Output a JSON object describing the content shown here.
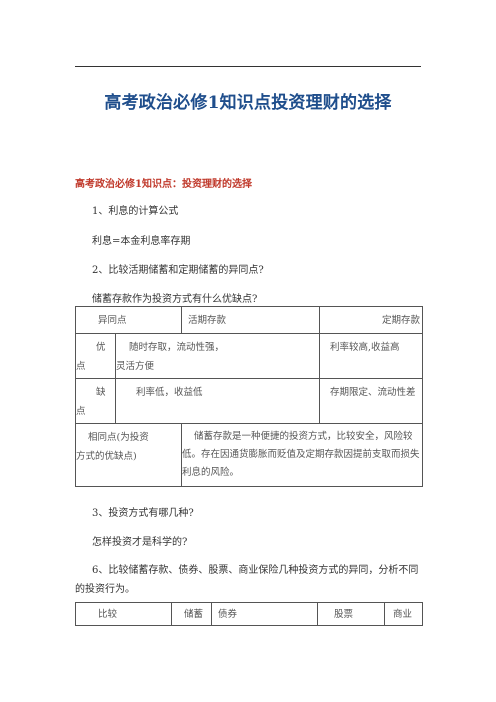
{
  "title": "高考政治必修1知识点投资理财的选择",
  "subtitle": "高考政治必修1知识点：投资理财的选择",
  "paragraphs": {
    "p1": "1、利息的计算公式",
    "p2": "利息=本金利息率存期",
    "p3": "2、比较活期储蓄和定期储蓄的异同点?",
    "p4": "储蓄存款作为投资方式有什么优缺点?",
    "p5": "3、投资方式有哪几种?",
    "p6": "怎样投资才是科学的?",
    "p7": "6、比较储蓄存款、债券、股票、商业保险几种投资方式的异同，分析不同的投资行为。"
  },
  "table1": {
    "header": [
      "异同点",
      "活期存款",
      "定期存款"
    ],
    "row_pros": {
      "label_a": "优",
      "label_b": "点",
      "col1_a": "随时存取，流动性强，",
      "col1_b": "灵活方便",
      "col2": "利率较高,收益高"
    },
    "row_cons": {
      "label_a": "缺",
      "label_b": "点",
      "col1": "利率低，收益低",
      "col2": "存期限定、流动性差"
    },
    "row_common": {
      "label_a": "相同点(为投资",
      "label_b": "方式的优缺点)",
      "text": "储蓄存款是一种便捷的投资方式，比较安全，风险较低。存在因通货膨胀而贬值及定期存款因提前支取而损失利息的风险。"
    }
  },
  "table2": {
    "header": [
      "比较",
      "储蓄",
      "债券",
      "股票",
      "商业"
    ]
  }
}
